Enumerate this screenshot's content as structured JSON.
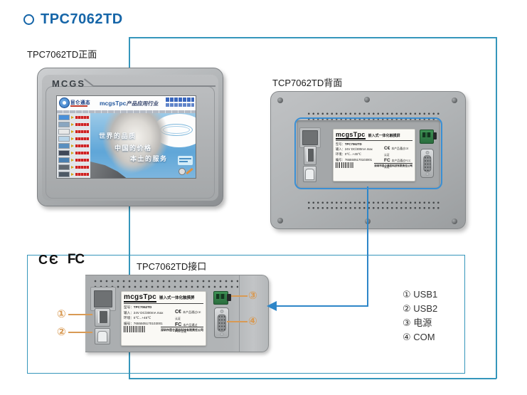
{
  "page": {
    "title": "TPC7062TD"
  },
  "views": {
    "front": {
      "caption": "TPC7062TD正面",
      "bezel_brand": "MCGS"
    },
    "back": {
      "caption": "TCP7062TD背面"
    },
    "interface": {
      "caption": "TPC7062TD接口"
    }
  },
  "screen": {
    "logo_text": "昆仑通态",
    "brand": "mcgsTpc",
    "header_title": "产品应用行业",
    "slogans": [
      "世界的品质",
      "中国的价格",
      "本土的服务"
    ]
  },
  "device_label": {
    "brand": "mcgsTpc",
    "product": "嵌入式一体化触摸屏",
    "rows": [
      {
        "k": "型号：",
        "v": "TPC7062TD"
      },
      {
        "k": "输入：",
        "v": "24V DC/300mA max"
      },
      {
        "k": "环境：",
        "v": "0℃...+45℃"
      },
      {
        "k": "编号：",
        "v": "7655505170103001"
      }
    ],
    "ce_mark": "C€",
    "ce_text": "本产品通过CE认证",
    "fcc_mark": "FC",
    "fcc_text": "本产品通过FCC认证",
    "company": "深圳市昆仑通态科技有限责任公司"
  },
  "certs": {
    "ce": "CЄ",
    "fcc": "FC"
  },
  "callouts": [
    "①",
    "②",
    "③",
    "④"
  ],
  "legend": {
    "items": [
      "① USB1",
      "② USB2",
      "③ 电源",
      "④ COM"
    ]
  },
  "colors": {
    "title_blue": "#1565a8",
    "connector_teal": "#3596bb",
    "highlight_blue": "#3a8fd4",
    "callout_orange": "#d89a54",
    "sidebar_link_red": "#cc2222"
  }
}
